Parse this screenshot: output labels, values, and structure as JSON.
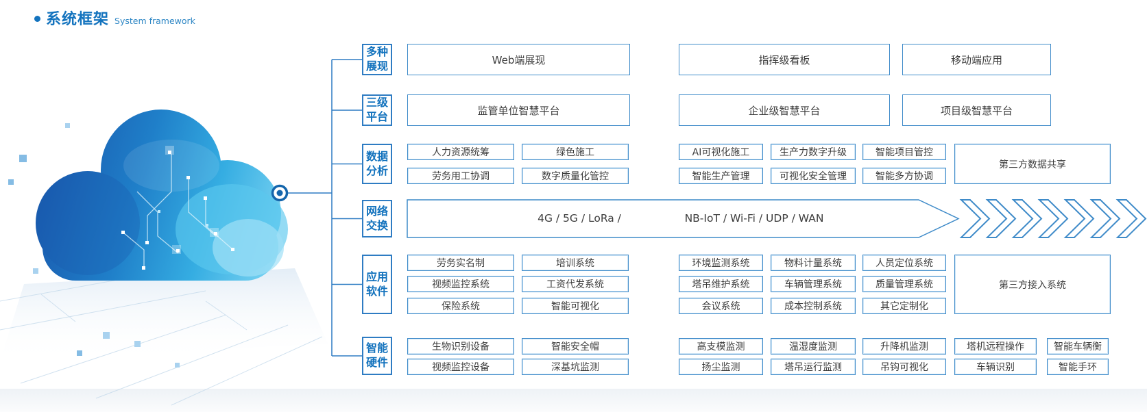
{
  "title": {
    "zh": "系统框架",
    "en": "System framework"
  },
  "categories": [
    {
      "label": "多种展现"
    },
    {
      "label": "三级平台"
    },
    {
      "label": "数据分析"
    },
    {
      "label": "网络交换"
    },
    {
      "label": "应用软件"
    },
    {
      "label": "智能硬件"
    }
  ],
  "row1": {
    "boxes": [
      "Web端展现",
      "指挥级看板",
      "移动端应用"
    ]
  },
  "row2": {
    "boxes": [
      "监管单位智慧平台",
      "企业级智慧平台",
      "项目级智慧平台"
    ]
  },
  "row3": {
    "r1": [
      "人力资源统筹",
      "绿色施工",
      "AI可视化施工",
      "生产力数字升级",
      "智能项目管控"
    ],
    "r2": [
      "劳务用工协调",
      "数字质量化管控",
      "智能生产管理",
      "可视化安全管理",
      "智能多方协调"
    ],
    "tall": "第三方数据共享"
  },
  "network": {
    "left": "4G / 5G / LoRa /",
    "right": "NB-IoT / Wi-Fi / UDP / WAN"
  },
  "row5": {
    "r1": [
      "劳务实名制",
      "培训系统",
      "环境监测系统",
      "物料计量系统",
      "人员定位系统"
    ],
    "r2": [
      "视频监控系统",
      "工资代发系统",
      "塔吊维护系统",
      "车辆管理系统",
      "质量管理系统"
    ],
    "r3": [
      "保险系统",
      "智能可视化",
      "会议系统",
      "成本控制系统",
      "其它定制化"
    ],
    "tall": "第三方接入系统"
  },
  "row6": {
    "r1": [
      "生物识别设备",
      "智能安全帽",
      "高支模监测",
      "温湿度监测",
      "升降机监测",
      "塔机远程操作",
      "智能车辆衡"
    ],
    "r2": [
      "视频监控设备",
      "深基坑监测",
      "扬尘监测",
      "塔吊运行监测",
      "吊钩可视化",
      "车辆识别",
      "智能手环"
    ]
  },
  "colors": {
    "accent_line": "#2e7cc3",
    "box_border": "#3f8bc9",
    "label_text": "#1272bd",
    "title_text": "#1373be",
    "box_text": "#3c3c3c",
    "cloud_dark": "#1957ac",
    "cloud_light": "#7fd6f3"
  }
}
